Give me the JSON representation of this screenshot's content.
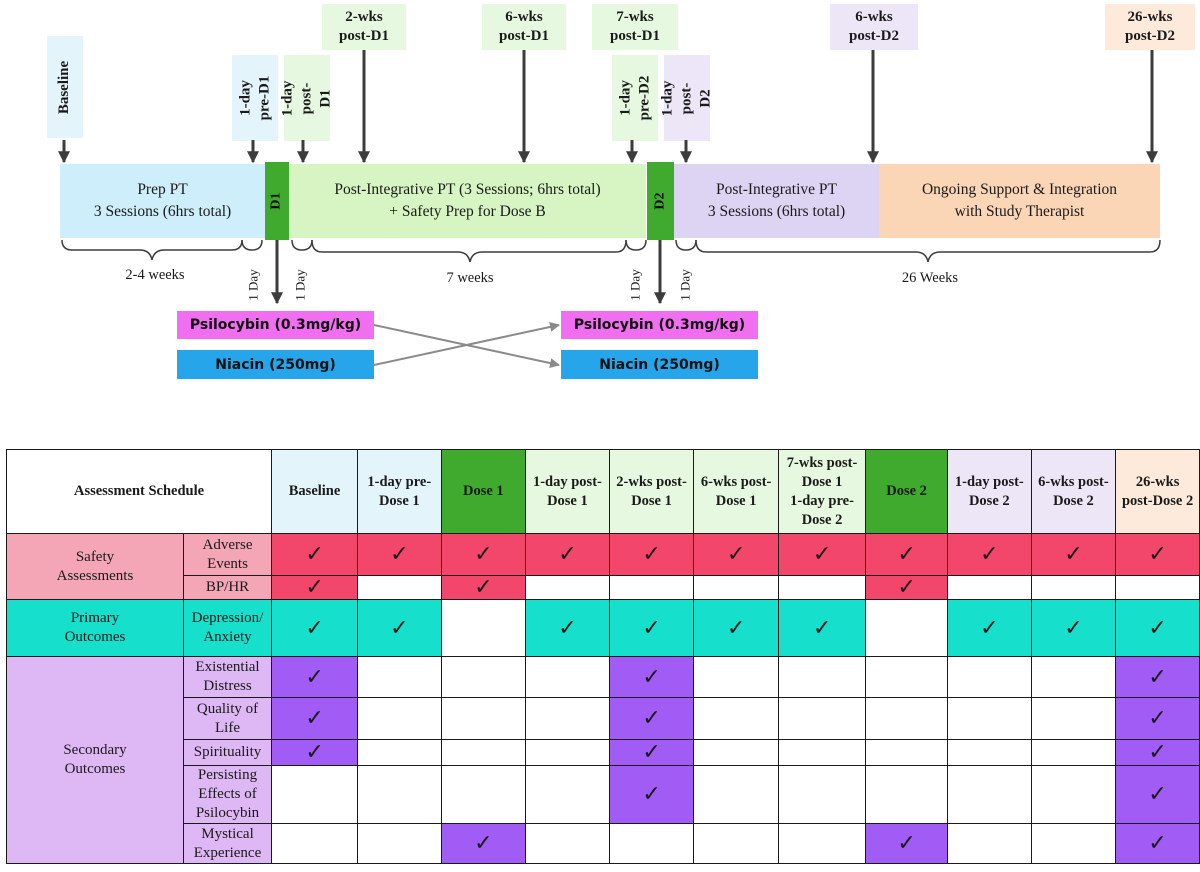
{
  "timeline": {
    "markers": [
      {
        "id": "baseline",
        "text": "Baseline",
        "vertical": true,
        "bg": "#e3f4fb"
      },
      {
        "id": "pre-d1",
        "text": "1-day\npre-D1",
        "vertical": true,
        "bg": "#e3f4fb"
      },
      {
        "id": "post-d1",
        "text": "1-day\npost-D1",
        "vertical": true,
        "bg": "#e6f8df"
      },
      {
        "id": "2wks-d1",
        "text": "2-wks\npost-D1",
        "vertical": false,
        "bg": "#e6f8df"
      },
      {
        "id": "6wks-d1",
        "text": "6-wks\npost-D1",
        "vertical": false,
        "bg": "#e6f8df"
      },
      {
        "id": "7wks-d1",
        "text": "7-wks\npost-D1",
        "vertical": false,
        "bg": "#e6f8df"
      },
      {
        "id": "pre-d2",
        "text": "1-day\npre-D2",
        "vertical": true,
        "bg": "#e6f8df"
      },
      {
        "id": "post-d2",
        "text": "1-day\npost-D2",
        "vertical": true,
        "bg": "#ece6f7"
      },
      {
        "id": "6wks-d2",
        "text": "6-wks\npost-D2",
        "vertical": false,
        "bg": "#ece6f7"
      },
      {
        "id": "26wks-d2",
        "text": "26-wks\npost-D2",
        "vertical": false,
        "bg": "#fdeadb"
      }
    ],
    "phases": [
      {
        "id": "prep",
        "text": "Prep PT\n3 Sessions (6hrs total)",
        "bg": "#cdeefa"
      },
      {
        "id": "post1",
        "text": "Post-Integrative PT (3 Sessions; 6hrs total)\n+ Safety Prep for Dose B",
        "bg": "#d6f5c2"
      },
      {
        "id": "post2",
        "text": "Post-Integrative PT\n3 Sessions (6hrs total)",
        "bg": "#ddd3f2"
      },
      {
        "id": "ongoing",
        "text": "Ongoing Support & Integration\nwith Study Therapist",
        "bg": "#fbd6b6"
      }
    ],
    "doses": [
      "D1",
      "D2"
    ],
    "durations": [
      "2-4 weeks",
      "7 weeks",
      "26 Weeks"
    ],
    "one_day": "1 Day",
    "drugs": {
      "psilocybin": "Psilocybin (0.3mg/kg)",
      "niacin": "Niacin (250mg)"
    },
    "colors": {
      "psilocybin": "#f06ef0",
      "niacin": "#27a5ea",
      "dose": "#3faa2e",
      "arrow": "#3c3c3c",
      "cross": "#8a8a8a"
    }
  },
  "schedule": {
    "title": "Assessment Schedule",
    "check": "✓",
    "columns": [
      {
        "label": "Baseline",
        "bg": "#e3f4fb"
      },
      {
        "label": "1-day pre-\nDose 1",
        "bg": "#e3f4fb"
      },
      {
        "label": "Dose 1",
        "bg": "#3faa2e"
      },
      {
        "label": "1-day post-\nDose 1",
        "bg": "#e6f8df"
      },
      {
        "label": "2-wks post-\nDose 1",
        "bg": "#e6f8df"
      },
      {
        "label": "6-wks post-\nDose 1",
        "bg": "#e6f8df"
      },
      {
        "label": "7-wks post-\nDose 1\n1-day pre-\nDose 2",
        "bg": "#e6f8df"
      },
      {
        "label": "Dose 2",
        "bg": "#3faa2e"
      },
      {
        "label": "1-day post-\nDose 2",
        "bg": "#ece6f7"
      },
      {
        "label": "6-wks post-\nDose 2",
        "bg": "#ece6f7"
      },
      {
        "label": "26-wks\npost-Dose 2",
        "bg": "#fdeadb"
      }
    ],
    "groups": [
      {
        "label": "Safety\nAssessments",
        "color": "#f2466a",
        "light": "#f4a6b6",
        "rows": [
          {
            "label": "Adverse\nEvents",
            "checks": [
              1,
              1,
              1,
              1,
              1,
              1,
              1,
              1,
              1,
              1,
              1
            ]
          },
          {
            "label": "BP/HR",
            "checks": [
              1,
              0,
              1,
              0,
              0,
              0,
              0,
              1,
              0,
              0,
              0
            ]
          }
        ]
      },
      {
        "label": "Primary\nOutcomes",
        "color": "#16e0cc",
        "light": "#16e0cc",
        "rows": [
          {
            "label": "Depression/\nAnxiety",
            "checks": [
              1,
              1,
              0,
              1,
              1,
              1,
              1,
              0,
              1,
              1,
              1
            ]
          }
        ]
      },
      {
        "label": "Secondary\nOutcomes",
        "color": "#a05cf4",
        "light": "#deb8f4",
        "rows": [
          {
            "label": "Existential\nDistress",
            "checks": [
              1,
              0,
              0,
              0,
              1,
              0,
              0,
              0,
              0,
              0,
              1
            ]
          },
          {
            "label": "Quality of\nLife",
            "checks": [
              1,
              0,
              0,
              0,
              1,
              0,
              0,
              0,
              0,
              0,
              1
            ]
          },
          {
            "label": "Spirituality",
            "checks": [
              1,
              0,
              0,
              0,
              1,
              0,
              0,
              0,
              0,
              0,
              1
            ]
          },
          {
            "label": "Persisting\nEffects of\nPsilocybin",
            "checks": [
              0,
              0,
              0,
              0,
              1,
              0,
              0,
              0,
              0,
              0,
              1
            ]
          },
          {
            "label": "Mystical\nExperience",
            "checks": [
              0,
              0,
              1,
              0,
              0,
              0,
              0,
              1,
              0,
              0,
              1
            ]
          }
        ]
      }
    ]
  }
}
